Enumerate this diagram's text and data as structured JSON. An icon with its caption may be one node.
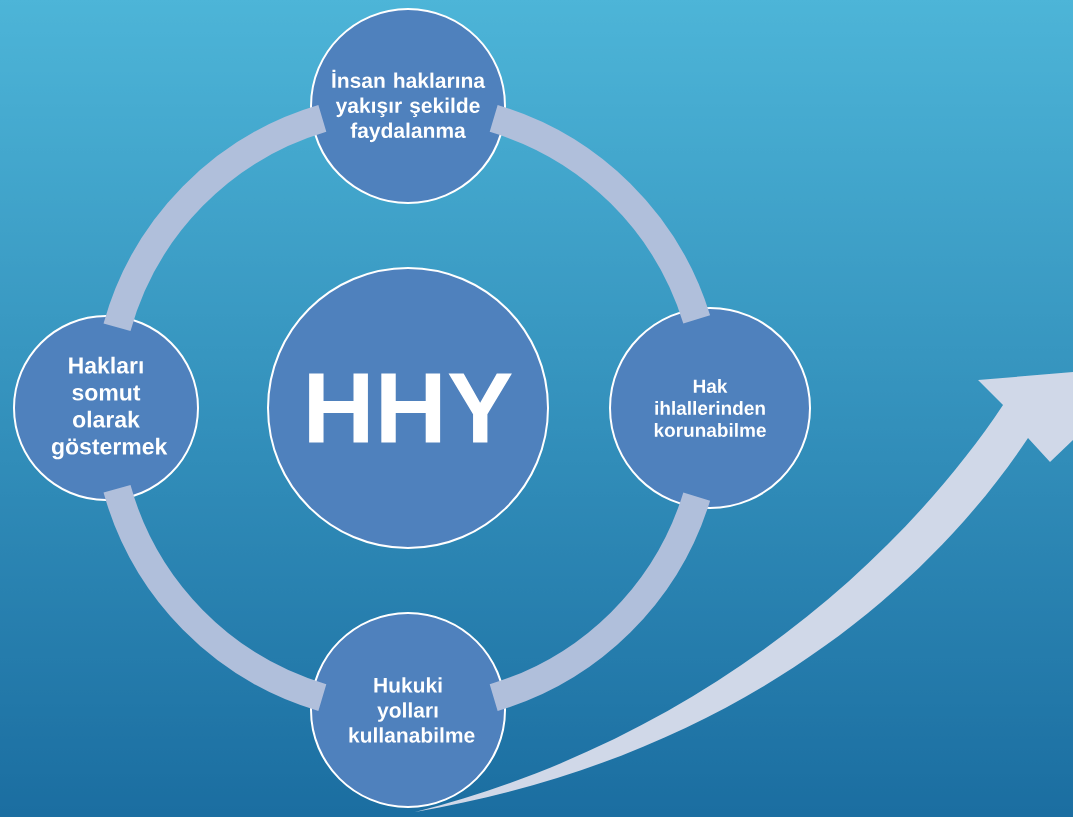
{
  "diagram": {
    "nodes": [
      {
        "text": [
          "İnsan haklarına yakışır şekilde faydalanma"
        ]
      },
      {
        "text": [
          "Hakları somut olarak göstermek"
        ]
      },
      {
        "text": [
          "HHY"
        ]
      },
      {
        "text": [
          "Hak ihlallerinden korunabilme"
        ]
      },
      {
        "text": [
          "Hukuki yolları kullanabilme"
        ]
      }
    ],
    "edges": [
      {
        "from": 0,
        "to": 3,
        "arrow": "none"
      },
      {
        "from": 3,
        "to": 4,
        "arrow": "none"
      },
      {
        "from": 4,
        "to": 1,
        "arrow": "none"
      },
      {
        "from": 1,
        "to": 0,
        "arrow": "none"
      }
    ]
  }
}
